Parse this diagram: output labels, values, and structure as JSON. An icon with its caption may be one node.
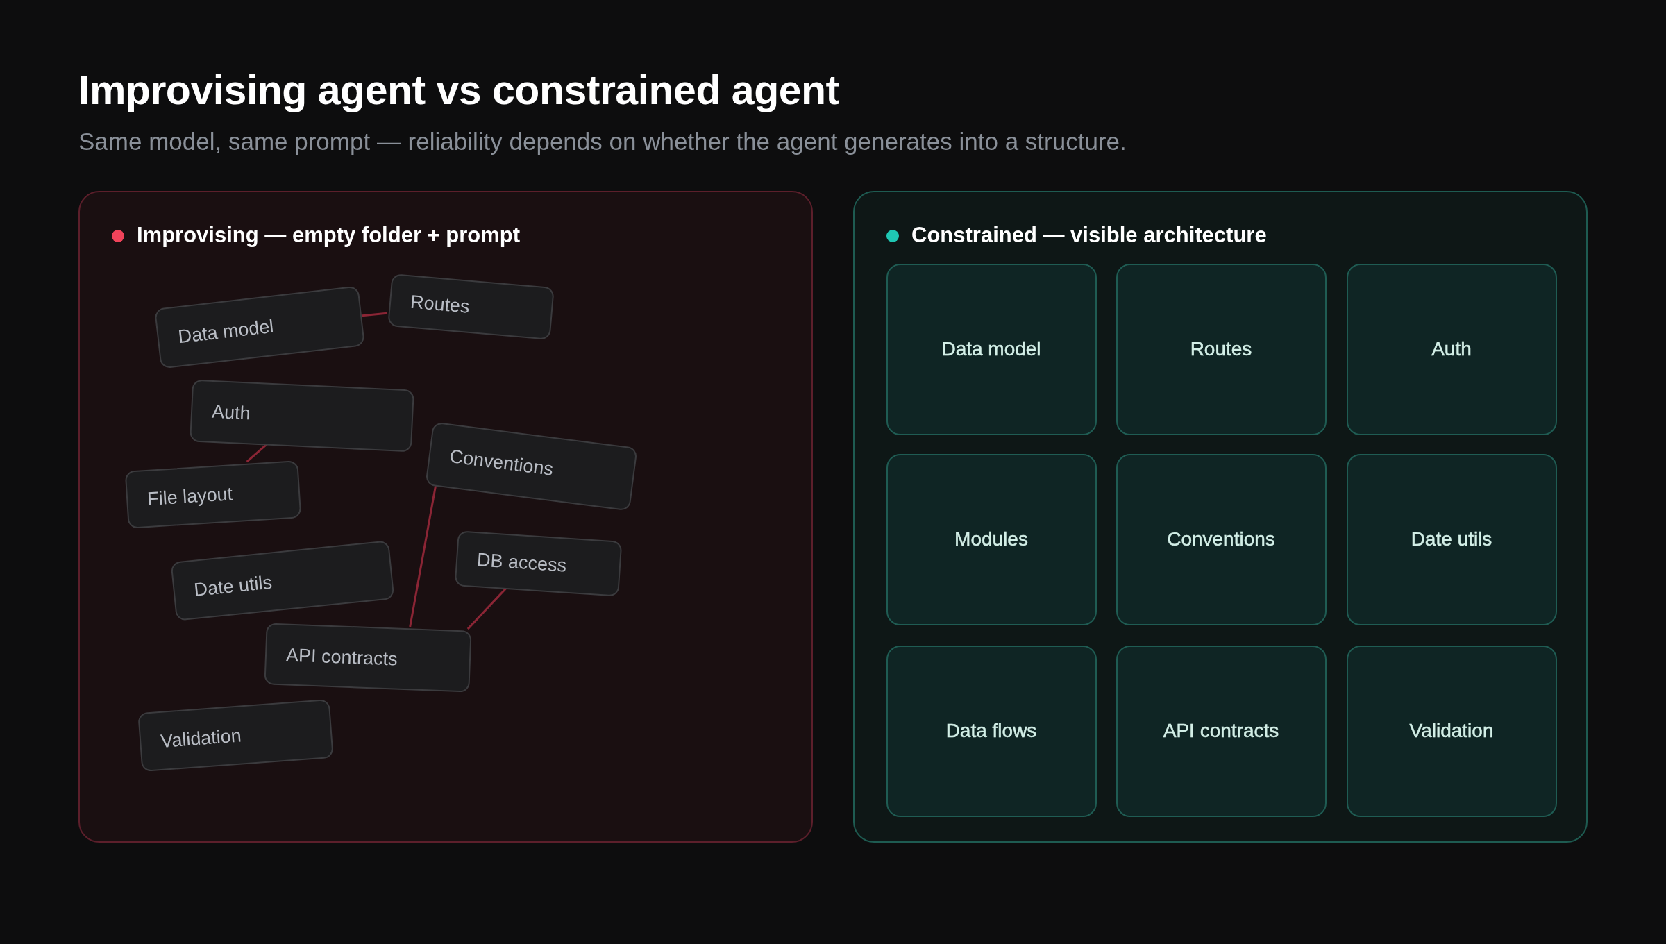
{
  "diagram": {
    "title": "Improvising agent vs constrained agent",
    "nodes": [
      {
        "text": [
          "Improvising — empty folder + prompt"
        ]
      },
      {
        "text": [
          "Data model"
        ],
        "in": 0
      },
      {
        "text": [
          "Routes"
        ],
        "in": 0
      },
      {
        "text": [
          "Auth"
        ],
        "in": 0
      },
      {
        "text": [
          "Conventions"
        ],
        "in": 0
      },
      {
        "text": [
          "File layout"
        ],
        "in": 0
      },
      {
        "text": [
          "Date utils"
        ],
        "in": 0
      },
      {
        "text": [
          "DB access"
        ],
        "in": 0
      },
      {
        "text": [
          "API contracts"
        ],
        "in": 0
      },
      {
        "text": [
          "Validation"
        ],
        "in": 0
      },
      {
        "text": [
          "Constrained — visible architecture"
        ]
      },
      {
        "text": [
          "Data model"
        ],
        "in": 10
      },
      {
        "text": [
          "Routes"
        ],
        "in": 10
      },
      {
        "text": [
          "Auth"
        ],
        "in": 10
      },
      {
        "text": [
          "Modules"
        ],
        "in": 10
      },
      {
        "text": [
          "Conventions"
        ],
        "in": 10
      },
      {
        "text": [
          "Date utils"
        ],
        "in": 10
      },
      {
        "text": [
          "Data flows"
        ],
        "in": 10
      },
      {
        "text": [
          "API contracts"
        ],
        "in": 10
      },
      {
        "text": [
          "Validation"
        ],
        "in": 10
      }
    ],
    "edges": [
      {
        "from": 1,
        "to": 2,
        "arrow": "none"
      },
      {
        "from": 3,
        "to": 5,
        "arrow": "none"
      },
      {
        "from": 4,
        "to": 8,
        "arrow": "none"
      },
      {
        "from": 7,
        "to": 8,
        "arrow": "none"
      }
    ],
    "labels": [
      "Same model, same prompt — reliability depends on whether the agent generates into a structure."
    ]
  }
}
